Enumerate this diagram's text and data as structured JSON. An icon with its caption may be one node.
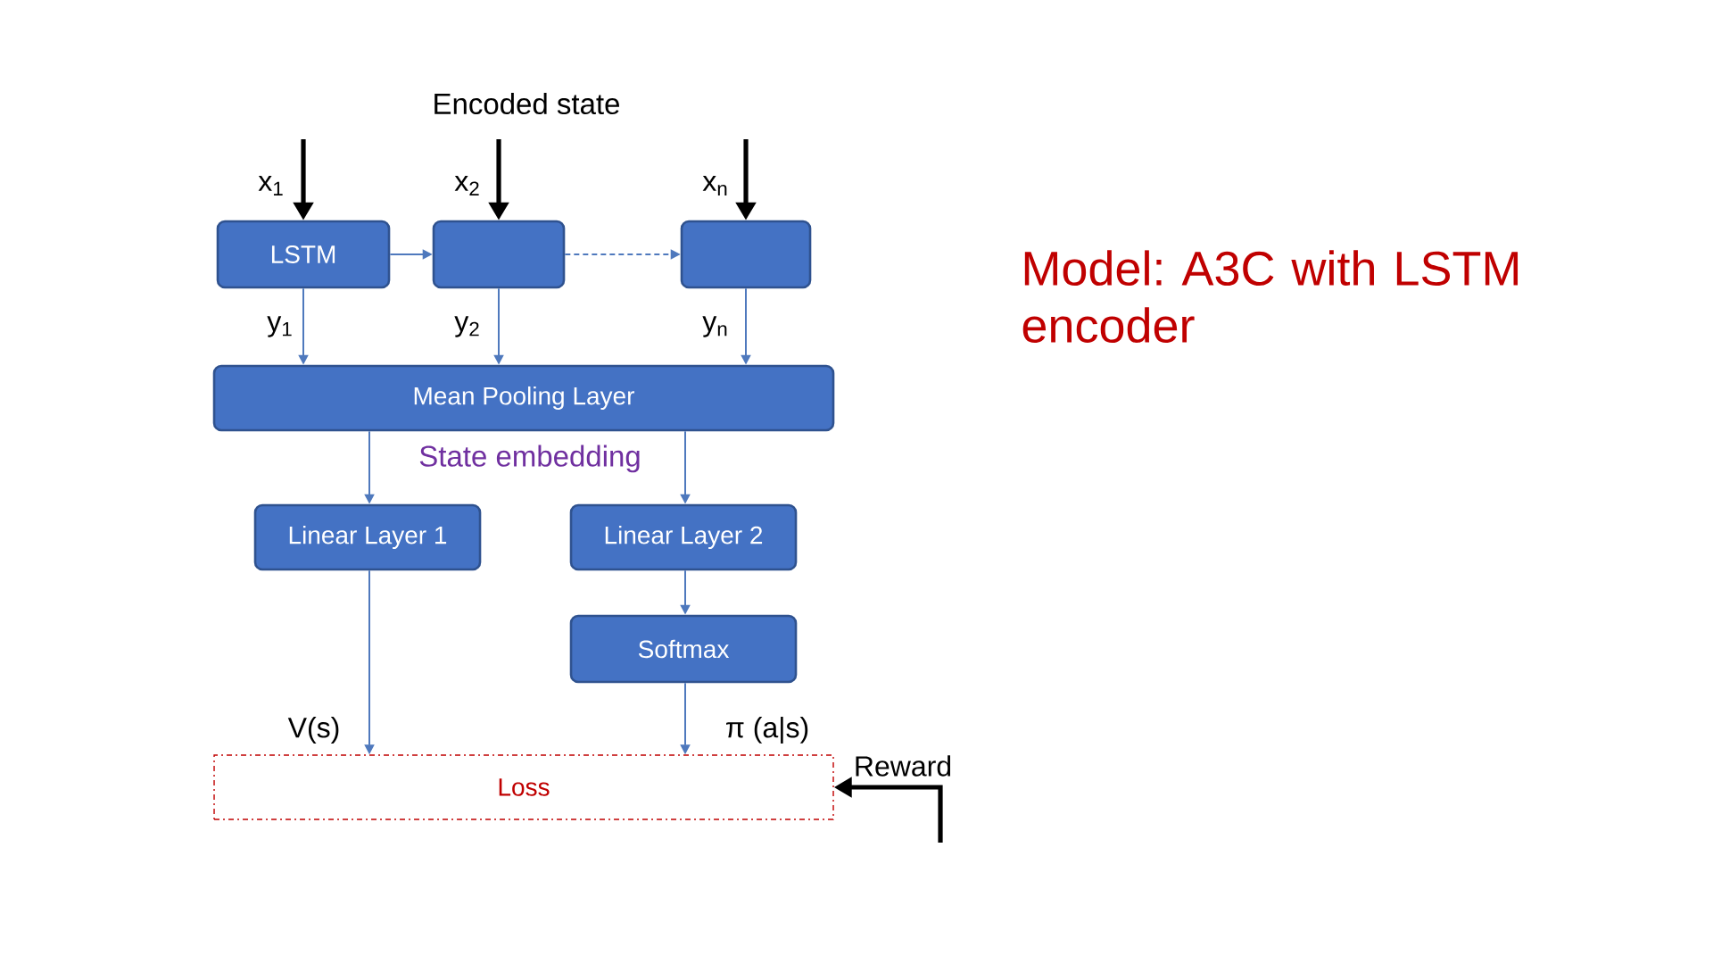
{
  "diagram": {
    "title": "Model: A3C with LSTM encoder",
    "nodes": [
      {
        "text": [
          "LSTM"
        ]
      },
      {
        "text": [],
        "shape": "box"
      },
      {
        "text": [],
        "shape": "box"
      },
      {
        "text": [
          "Mean Pooling Layer"
        ]
      },
      {
        "text": [
          "Linear Layer 1"
        ]
      },
      {
        "text": [
          "Linear Layer 2"
        ]
      },
      {
        "text": [
          "Softmax"
        ]
      },
      {
        "text": [
          "Loss"
        ]
      }
    ],
    "edges": [
      {
        "from": null,
        "to": 0,
        "arrow": "to",
        "label": "x$_{1}$",
        "style": "thick",
        "color": "#000000"
      },
      {
        "from": null,
        "to": 1,
        "arrow": "to",
        "label": "x$_{2}$",
        "style": "thick",
        "color": "#000000"
      },
      {
        "from": null,
        "to": 2,
        "arrow": "to",
        "label": "x$_{n}$",
        "style": "thick",
        "color": "#000000"
      },
      {
        "from": 0,
        "to": 1,
        "arrow": "to"
      },
      {
        "from": 1,
        "to": 2,
        "arrow": "to",
        "style": "dashed"
      },
      {
        "from": 0,
        "to": 3,
        "arrow": "to",
        "label": "y$_{1}$"
      },
      {
        "from": 1,
        "to": 3,
        "arrow": "to",
        "label": "y$_{2}$"
      },
      {
        "from": 2,
        "to": 3,
        "arrow": "to",
        "label": "y$_{n}$"
      },
      {
        "from": 3,
        "to": 4,
        "arrow": "to"
      },
      {
        "from": 3,
        "to": 5,
        "arrow": "to"
      },
      {
        "from": 4,
        "to": 7,
        "arrow": "to",
        "label": "V(s)"
      },
      {
        "from": 5,
        "to": 6,
        "arrow": "to"
      },
      {
        "from": 6,
        "to": 7,
        "arrow": "to",
        "label": "π (a|s)"
      },
      {
        "from": null,
        "to": 7,
        "arrow": "to",
        "label": "Reward",
        "style": "thick",
        "color": "#000000"
      }
    ],
    "labels": [
      "Encoded state",
      "State embedding"
    ]
  }
}
